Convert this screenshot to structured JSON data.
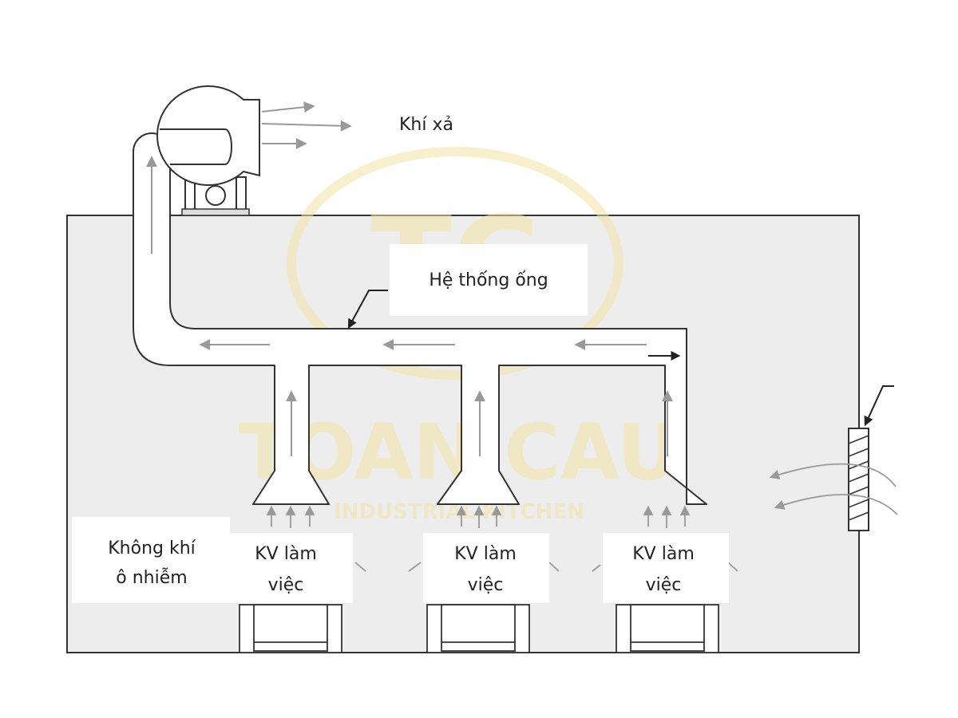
{
  "labels": {
    "exhaust": "Khí xả",
    "duct_system": "Hệ thống ống",
    "polluted_line1": "Không khí",
    "polluted_line2": "ô nhiễm",
    "work_area_line1": "KV làm",
    "work_area_line2": "việc"
  },
  "watermark": {
    "logo_text": "TC",
    "brand": "TOAN CAU",
    "tagline": "INDUSTRIAL KITCHEN"
  },
  "colors": {
    "room_fill": "#ededed",
    "duct_fill": "#ffffff",
    "line": "#333333",
    "arrow": "#999999",
    "watermark": "#f3e3a6"
  },
  "icons": {
    "fan": "fan-blower-icon",
    "louver": "wall-louver-icon"
  }
}
